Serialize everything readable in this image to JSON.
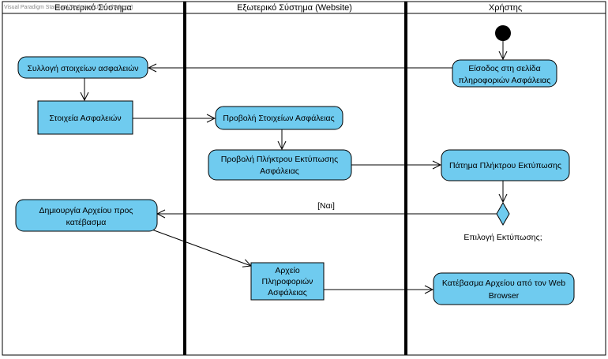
{
  "watermark": "Visual Paradigm Standard(Technical Univ. of Athens)",
  "lanes": [
    {
      "title": "Εσωτερικό Σύστημα"
    },
    {
      "title": "Εξωτερικό Σύστημα (Website)"
    },
    {
      "title": "Χρήστης"
    }
  ],
  "actions": {
    "collect": {
      "line1": "Συλλογή στοιχείων ασφαλειών"
    },
    "entry": {
      "line1": "Είσοδος στη σελίδα",
      "line2": "πληροφοριών Ασφάλειας"
    },
    "show_info": {
      "line1": "Προβολή Στοιχείων Ασφάλειας"
    },
    "show_print": {
      "line1": "Προβολή Πλήκτρου Εκτύπωσης",
      "line2": "Ασφάλειας"
    },
    "press_print": {
      "line1": "Πάτημα Πλήκτρου Εκτύπωσης"
    },
    "create_file": {
      "line1": "Δημιουργία Αρχείου προς",
      "line2": "κατέβασμα"
    },
    "download": {
      "line1": "Κατέβασμα Αρχείου από τον Web",
      "line2": "Browser"
    }
  },
  "objects": {
    "insurance_data": {
      "line1": "Στοιχεία Ασφαλειών"
    },
    "info_file": {
      "line1": "Αρχείο",
      "line2": "Πληροφοριών",
      "line3": "Ασφάλειας"
    }
  },
  "decision": {
    "label": "Επιλογή Εκτύπωσης;"
  },
  "guards": {
    "yes": "[Ναι]"
  },
  "colors": {
    "node_fill": "#6fcbef",
    "border": "#000000",
    "line": "#000000"
  }
}
